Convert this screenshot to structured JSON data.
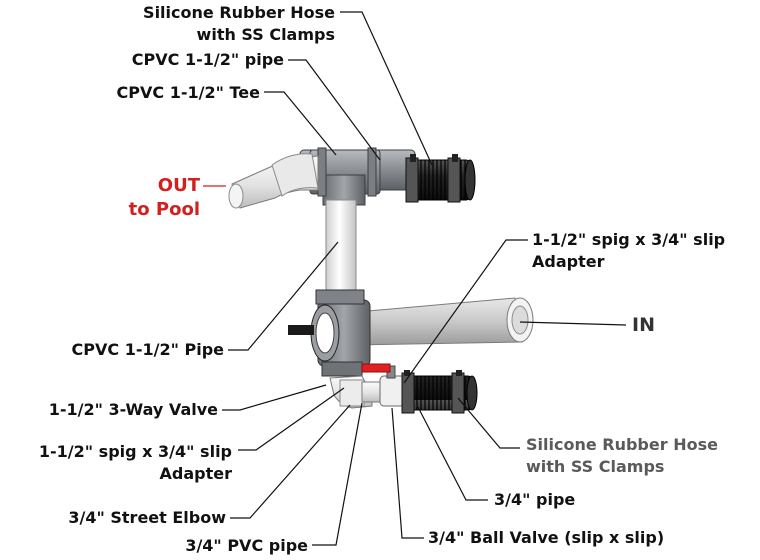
{
  "labels": {
    "hose_top_line1": "Silicone Rubber Hose",
    "hose_top_line2": "with SS Clamps",
    "cpvc_pipe_top": "CPVC 1-1/2\" pipe",
    "cpvc_tee": "CPVC 1-1/2\" Tee",
    "out_line1": "OUT",
    "out_line2": "to Pool",
    "adapter_top_line1": "1-1/2\" spig x 3/4\" slip",
    "adapter_top_line2": "Adapter",
    "in": "IN",
    "cpvc_pipe_vertical": "CPVC 1-1/2\" Pipe",
    "three_way_valve": "1-1/2\" 3-Way Valve",
    "adapter_bottom_line1": "1-1/2\" spig x 3/4\" slip",
    "adapter_bottom_line2": "Adapter",
    "hose_bottom_line1": "Silicone Rubber Hose",
    "hose_bottom_line2": "with SS Clamps",
    "street_elbow": "3/4\" Street Elbow",
    "three_quarter_pipe": "3/4\" pipe",
    "pvc_pipe": "3/4\" PVC pipe",
    "ball_valve": "3/4\" Ball Valve (slip x slip)"
  },
  "colors": {
    "out_text": "#d21f1f",
    "hose_bottom_text": "#5a5a5a",
    "cpvc_gray": "#8a8d92",
    "pvc_white": "#e6e6e6",
    "hose_black": "#222222",
    "valve_handle": "#e02020"
  }
}
